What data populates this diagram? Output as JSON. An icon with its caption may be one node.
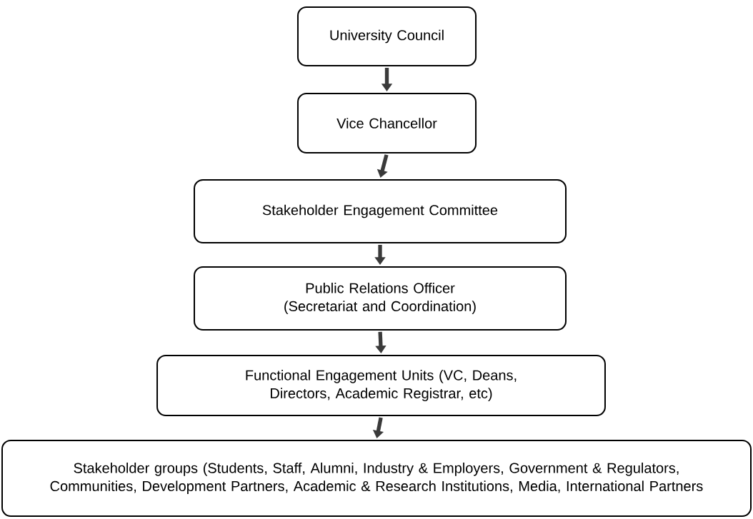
{
  "diagram": {
    "nodes": [
      {
        "text": [
          "University Council"
        ]
      },
      {
        "text": [
          "Vice Chancellor"
        ]
      },
      {
        "text": [
          "Stakeholder Engagement Committee"
        ]
      },
      {
        "text": [
          "Public Relations Officer (Secretariat and Coordination)"
        ]
      },
      {
        "text": [
          "Functional Engagement Units (VC, Deans, Directors, Academic Registrar, etc)"
        ]
      },
      {
        "text": [
          "Stakeholder groups (Students, Staff, Alumni, Industry & Employers, Government & Regulators, Communities, Development Partners, Academic & Research Institutions, Media, International Partners"
        ]
      }
    ],
    "edges": [
      {
        "from": 0,
        "to": 1,
        "arrow": "to"
      },
      {
        "from": 1,
        "to": 2,
        "arrow": "to"
      },
      {
        "from": 2,
        "to": 3,
        "arrow": "to"
      },
      {
        "from": 3,
        "to": 4,
        "arrow": "to"
      },
      {
        "from": 4,
        "to": 5,
        "arrow": "to"
      }
    ]
  }
}
